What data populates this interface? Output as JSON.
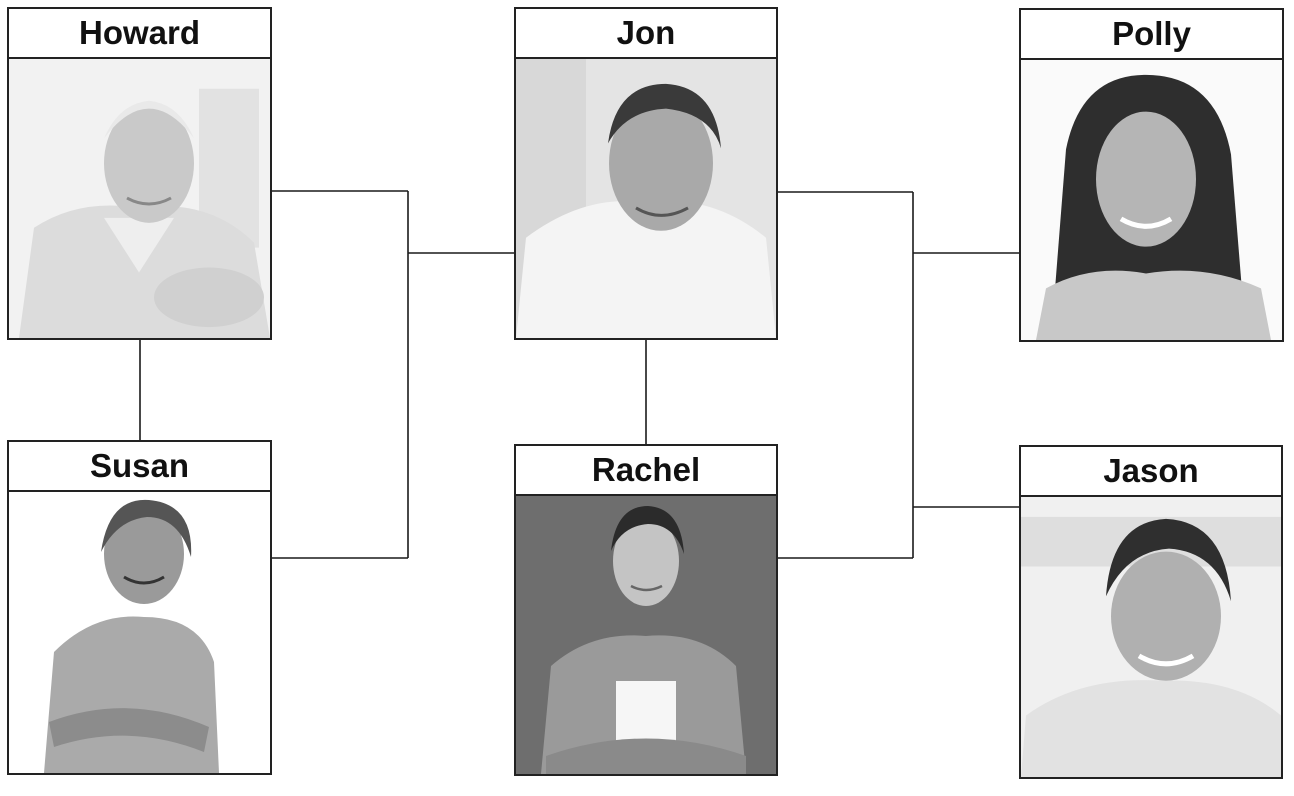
{
  "people": {
    "howard": {
      "name": "Howard"
    },
    "jon": {
      "name": "Jon"
    },
    "polly": {
      "name": "Polly"
    },
    "susan": {
      "name": "Susan"
    },
    "rachel": {
      "name": "Rachel"
    },
    "jason": {
      "name": "Jason"
    }
  },
  "colors": {
    "line": "#1a1a1a",
    "border": "#222222",
    "text": "#111111"
  }
}
